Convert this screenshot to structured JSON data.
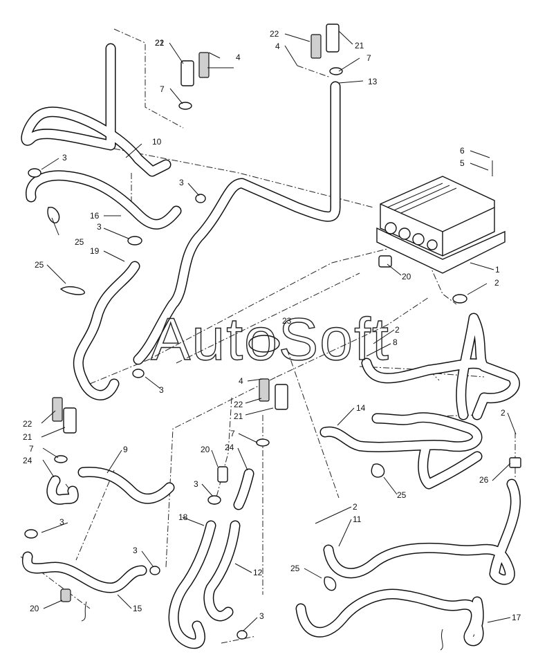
{
  "diagram": {
    "watermark": "AutoSoft",
    "callouts": [
      {
        "id": "c22a",
        "text": "22"
      },
      {
        "id": "c21a",
        "text": "21"
      },
      {
        "id": "c4a",
        "text": "4"
      },
      {
        "id": "c7a",
        "text": "7"
      },
      {
        "id": "c13",
        "text": "13"
      },
      {
        "id": "c21b",
        "text": "21"
      },
      {
        "id": "c22b",
        "text": "22"
      },
      {
        "id": "c4b",
        "text": "4"
      },
      {
        "id": "c7b",
        "text": "7"
      },
      {
        "id": "c10",
        "text": "10"
      },
      {
        "id": "c3a",
        "text": "3"
      },
      {
        "id": "c3b",
        "text": "3"
      },
      {
        "id": "c16",
        "text": "16"
      },
      {
        "id": "c3c",
        "text": "3"
      },
      {
        "id": "c25a",
        "text": "25"
      },
      {
        "id": "c19",
        "text": "19"
      },
      {
        "id": "c25b",
        "text": "25"
      },
      {
        "id": "c6",
        "text": "6"
      },
      {
        "id": "c5",
        "text": "5"
      },
      {
        "id": "c1",
        "text": "1"
      },
      {
        "id": "c20a",
        "text": "20"
      },
      {
        "id": "c2a",
        "text": "2"
      },
      {
        "id": "c23",
        "text": "23"
      },
      {
        "id": "c2b",
        "text": "2"
      },
      {
        "id": "c8",
        "text": "8"
      },
      {
        "id": "c3d",
        "text": "3"
      },
      {
        "id": "c4c",
        "text": "4"
      },
      {
        "id": "c22c",
        "text": "22"
      },
      {
        "id": "c21c",
        "text": "21"
      },
      {
        "id": "c22d",
        "text": "22"
      },
      {
        "id": "c21d",
        "text": "21"
      },
      {
        "id": "c7c",
        "text": "7"
      },
      {
        "id": "c24a",
        "text": "24"
      },
      {
        "id": "c9",
        "text": "9"
      },
      {
        "id": "c7d",
        "text": "7"
      },
      {
        "id": "c20b",
        "text": "20"
      },
      {
        "id": "c24b",
        "text": "24"
      },
      {
        "id": "c14",
        "text": "14"
      },
      {
        "id": "c2c",
        "text": "2"
      },
      {
        "id": "c26",
        "text": "26"
      },
      {
        "id": "c25c",
        "text": "25"
      },
      {
        "id": "c3e",
        "text": "3"
      },
      {
        "id": "c18",
        "text": "18"
      },
      {
        "id": "c2d",
        "text": "2"
      },
      {
        "id": "c11",
        "text": "11"
      },
      {
        "id": "c3f",
        "text": "3"
      },
      {
        "id": "c12",
        "text": "12"
      },
      {
        "id": "c3g",
        "text": "3"
      },
      {
        "id": "c25d",
        "text": "25"
      },
      {
        "id": "c20c",
        "text": "20"
      },
      {
        "id": "c15",
        "text": "15"
      },
      {
        "id": "c3h",
        "text": "3"
      },
      {
        "id": "c17",
        "text": "17"
      }
    ]
  }
}
